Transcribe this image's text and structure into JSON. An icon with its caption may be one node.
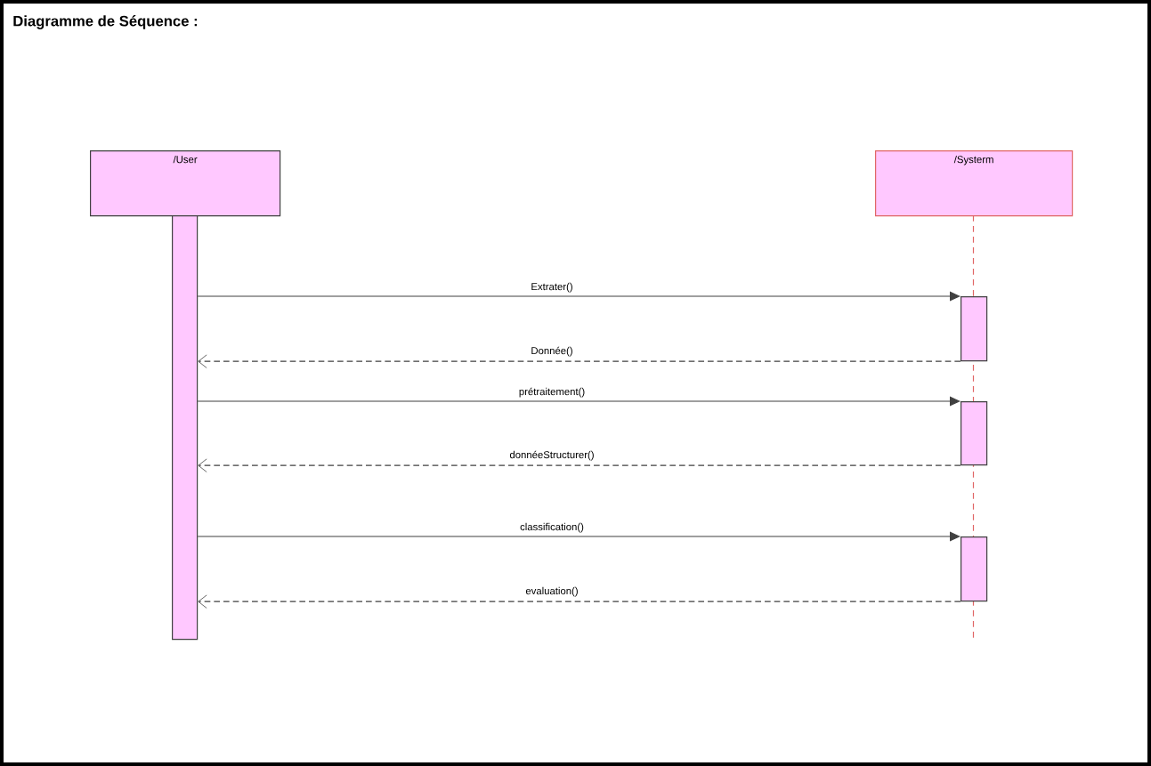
{
  "diagram": {
    "title": "Diagramme de Séquence :",
    "nodes": [
      {
        "text": [
          "/User"
        ]
      },
      {
        "text": [
          "/Systerm"
        ]
      },
      {
        "text": [],
        "shape": "bar"
      },
      {
        "text": [],
        "shape": "bar"
      },
      {
        "text": [],
        "shape": "bar"
      },
      {
        "text": [],
        "shape": "bar"
      }
    ],
    "edges": [
      {
        "from": 2,
        "to": 3,
        "arrow": "to",
        "label": "Extrater()"
      },
      {
        "from": 3,
        "to": 2,
        "arrow": "to",
        "label": "Donnée()",
        "style": "dashed"
      },
      {
        "from": 2,
        "to": 4,
        "arrow": "to",
        "label": "prétraitement()"
      },
      {
        "from": 4,
        "to": 2,
        "arrow": "to",
        "label": "donnéeStructurer()",
        "style": "dashed"
      },
      {
        "from": 2,
        "to": 5,
        "arrow": "to",
        "label": "classification()"
      },
      {
        "from": 5,
        "to": 2,
        "arrow": "to",
        "label": "evaluation()",
        "style": "dashed"
      }
    ]
  }
}
